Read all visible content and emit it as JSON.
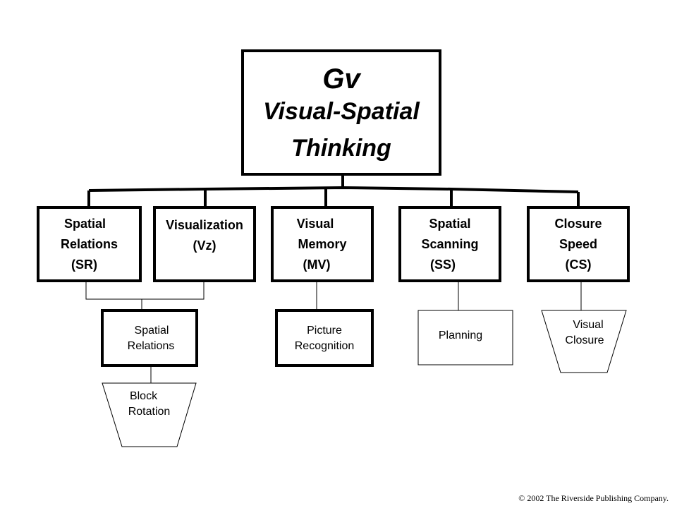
{
  "broad_ability": {
    "code": "Gv",
    "name_line1": "Visual-Spatial",
    "name_line2": "Thinking"
  },
  "narrow_abilities": [
    {
      "line1": "Spatial",
      "line2": "Relations",
      "line3": "(SR)"
    },
    {
      "line1": "Visualization",
      "line2": "(Vz)"
    },
    {
      "line1": "Visual",
      "line2": "Memory",
      "line3": "(MV)"
    },
    {
      "line1": "Spatial",
      "line2": "Scanning",
      "line3": "(SS)"
    },
    {
      "line1": "Closure",
      "line2": "Speed",
      "line3": "(CS)"
    }
  ],
  "tests": {
    "spatial_relations": {
      "line1": "Spatial",
      "line2": "Relations"
    },
    "block_rotation": {
      "line1": "Block",
      "line2": "Rotation"
    },
    "picture_recognition": {
      "line1": "Picture",
      "line2": "Recognition"
    },
    "planning": {
      "line1": "Planning"
    },
    "visual_closure": {
      "line1": "Visual",
      "line2": "Closure"
    }
  },
  "copyright": "© 2002 The Riverside Publishing Company."
}
